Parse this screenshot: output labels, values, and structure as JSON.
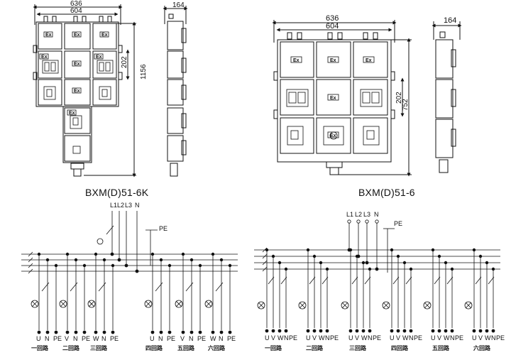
{
  "left_drawing": {
    "width_outer": "636",
    "width_inner": "604",
    "side_depth": "164",
    "height_total": "1156",
    "height_module": "202",
    "ex_labels": [
      "Ex",
      "Ex",
      "Ex",
      "Ex",
      "Ex",
      "Ex",
      "Ex",
      "Ex"
    ]
  },
  "right_drawing": {
    "width_outer": "636",
    "width_inner": "604",
    "side_depth": "164",
    "height_total": "752",
    "height_module": "202",
    "ex_labels": [
      "Ex",
      "Ex",
      "Ex",
      "Ex",
      "Ex"
    ]
  },
  "left_circuit": {
    "title": "BXM(D)51-6K",
    "phases": [
      "L1",
      "L2",
      "L3",
      "N"
    ],
    "pe": "PE",
    "terminals": [
      "U",
      "N",
      "PE",
      "V",
      "N",
      "PE",
      "W",
      "N",
      "PE",
      "U",
      "N",
      "PE",
      "V",
      "N",
      "PE",
      "W",
      "N",
      "PE"
    ],
    "circuits": [
      "一回路",
      "二回路",
      "三回路",
      "四回路",
      "五回路",
      "六回路"
    ]
  },
  "right_circuit": {
    "title": "BXM(D)51-6",
    "phases": [
      "L1",
      "L2",
      "L3",
      "N"
    ],
    "pe": "PE",
    "terminals": [
      "U",
      "V",
      "W",
      "N",
      "PE",
      "U",
      "V",
      "W",
      "N",
      "PE",
      "U",
      "V",
      "W",
      "N",
      "PE",
      "U",
      "V",
      "W",
      "N",
      "PE",
      "U",
      "V",
      "W",
      "N",
      "PE",
      "U",
      "V",
      "W",
      "N",
      "PE"
    ],
    "circuits": [
      "一回路",
      "二回路",
      "三回路",
      "四回路",
      "五回路",
      "六回路"
    ]
  }
}
